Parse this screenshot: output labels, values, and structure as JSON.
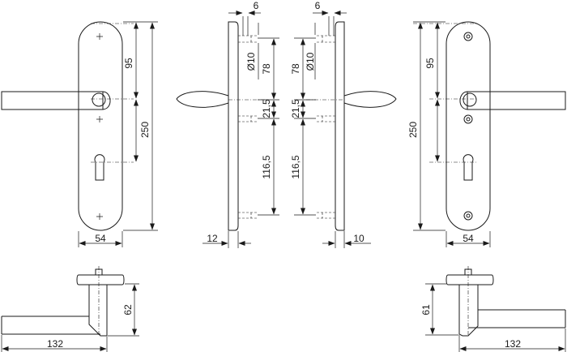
{
  "dimensions": {
    "front_left": {
      "height_upper": "95",
      "height_total": "250",
      "width": "54"
    },
    "side_left": {
      "top_offset": "6",
      "diameter": "Ø10",
      "upper": "78",
      "middle": "21,5",
      "lower": "116,5",
      "thickness": "12"
    },
    "side_right": {
      "top_offset": "6",
      "diameter": "Ø10",
      "upper": "78",
      "middle": "21,5",
      "lower": "116,5",
      "thickness": "10"
    },
    "front_right": {
      "height_upper": "95",
      "height_total": "250",
      "width": "54"
    },
    "handle_left": {
      "height": "62",
      "length": "132"
    },
    "handle_right": {
      "height": "61",
      "length": "132"
    }
  }
}
